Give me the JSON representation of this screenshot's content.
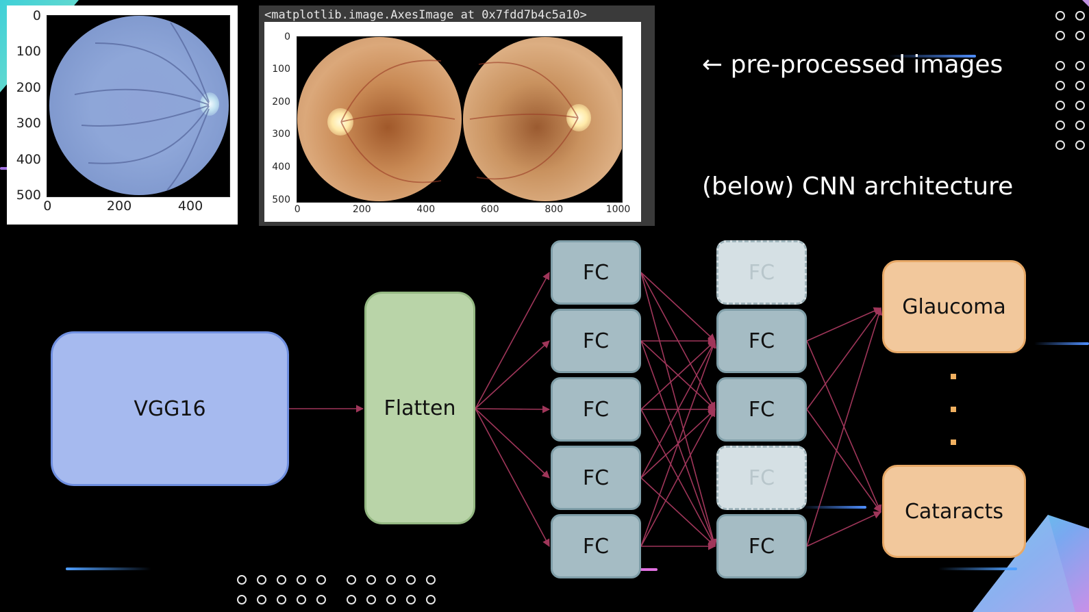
{
  "left_plot": {
    "y_ticks": [
      "0",
      "100",
      "200",
      "300",
      "400",
      "500"
    ],
    "x_ticks": [
      "0",
      "200",
      "400"
    ]
  },
  "notebook_plot": {
    "caption": "<matplotlib.image.AxesImage at 0x7fdd7b4c5a10>",
    "y_ticks": [
      "0",
      "100",
      "200",
      "300",
      "400",
      "500"
    ],
    "x_ticks": [
      "0",
      "200",
      "400",
      "600",
      "800",
      "1000"
    ]
  },
  "notes": {
    "preprocessed": "← pre-processed images",
    "architecture": "(below) CNN architecture"
  },
  "diagram": {
    "input_label": "VGG16",
    "flatten_label": "Flatten",
    "fc_label": "FC",
    "outputs": [
      "Glaucoma",
      "Cataracts"
    ],
    "colors": {
      "arrow": "#a0365a",
      "vgg": "#a6baef",
      "flatten": "#b9d4a8",
      "fc": "#a5bcc4",
      "output": "#f2c89c"
    }
  }
}
